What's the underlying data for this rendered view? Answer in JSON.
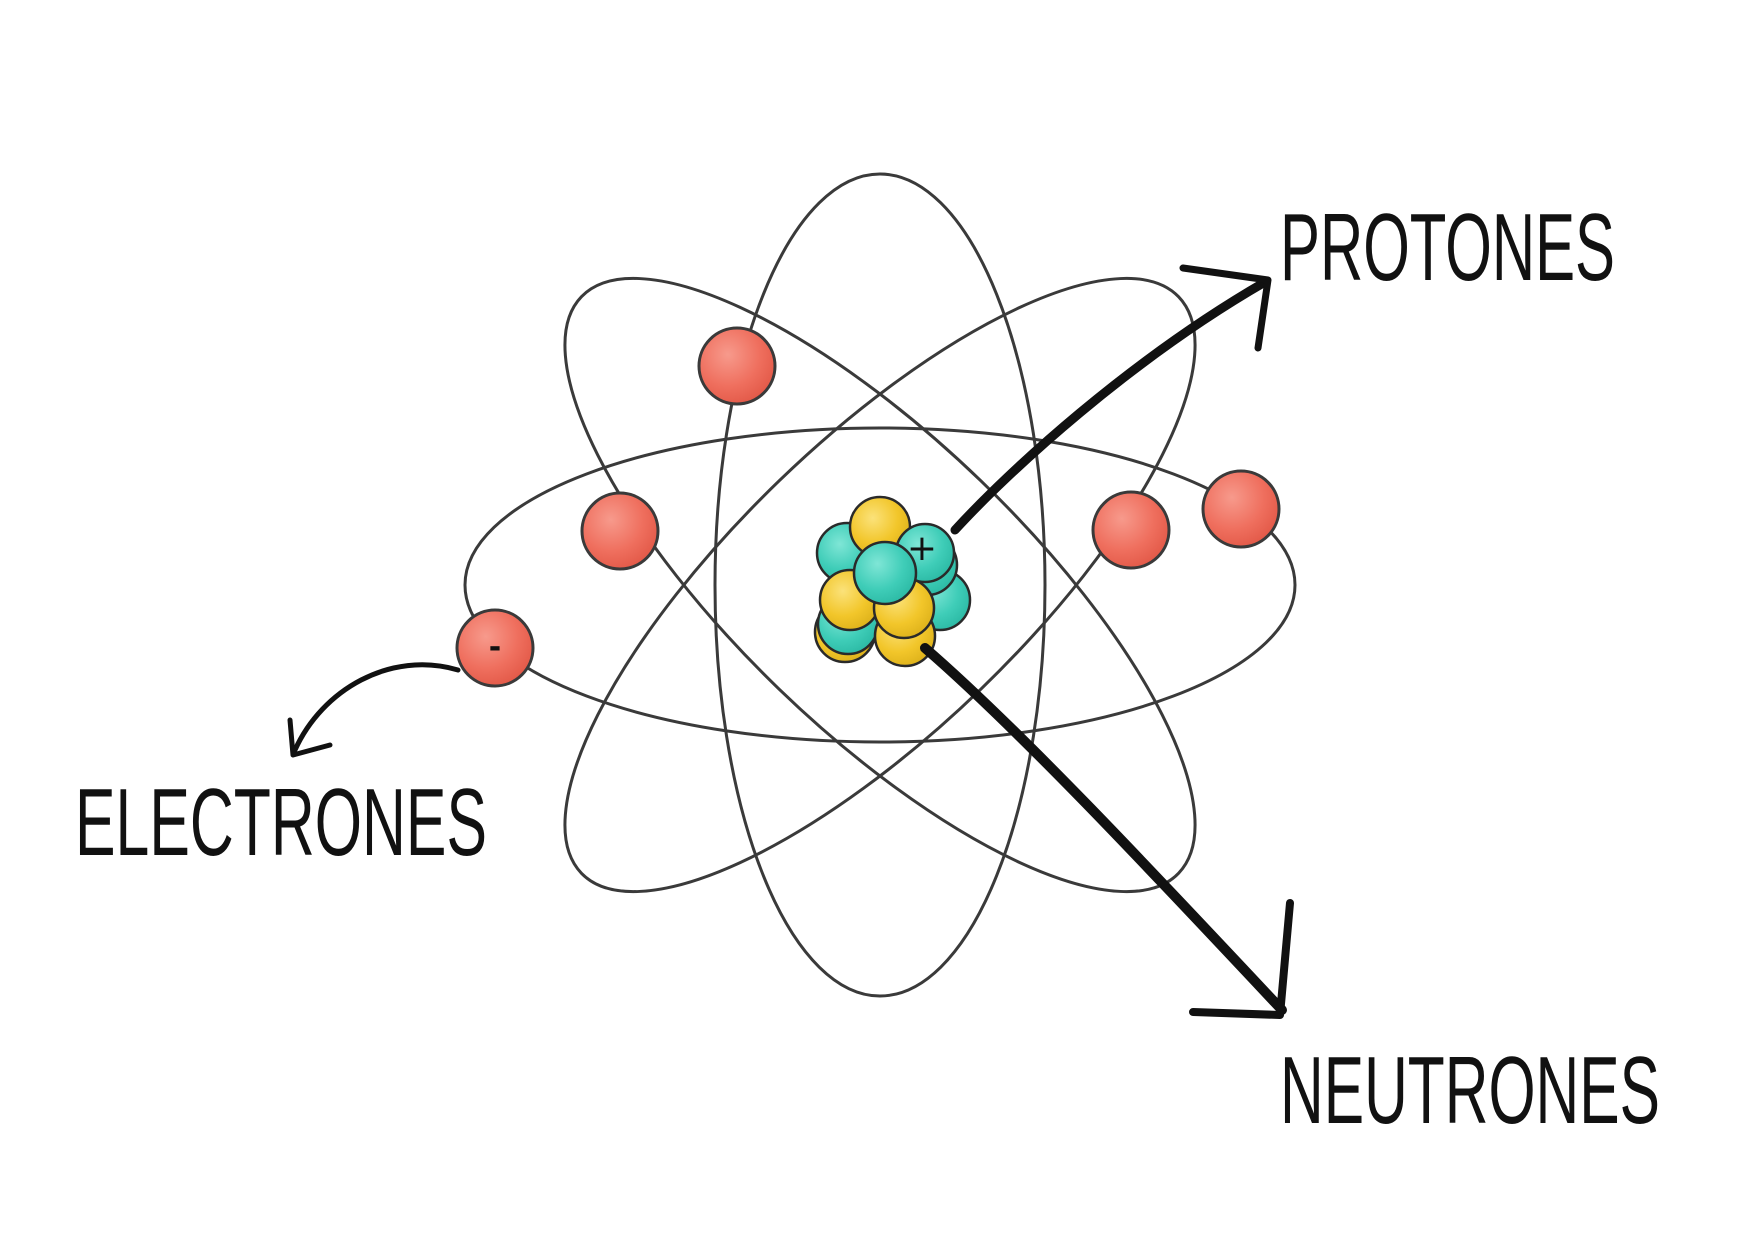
{
  "labels": {
    "protons": "PROTONES",
    "electrons": "ELECTRONES",
    "neutrons": "NEUTRONES"
  },
  "charges": {
    "proton": "+",
    "electron": "-"
  },
  "colors": {
    "electron": "#ef6f5e",
    "proton": "#3fcdb8",
    "neutron": "#f2c62a",
    "orbit": "#3a3a3a",
    "arrow": "#111111",
    "background": "#ffffff"
  }
}
